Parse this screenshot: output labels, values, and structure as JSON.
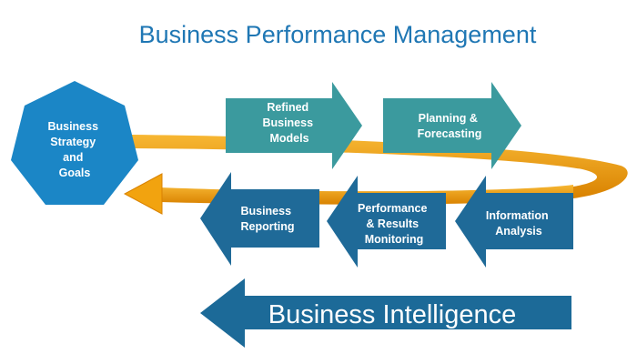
{
  "title": "Business Performance Management",
  "nodes": {
    "strategy": {
      "lines": [
        "Business",
        "Strategy",
        "and",
        "Goals"
      ],
      "color": "#1b86c6"
    },
    "refined": {
      "lines": [
        "Refined",
        "Business",
        "Models"
      ],
      "color": "#3b9a9e"
    },
    "planning": {
      "lines": [
        "Planning &",
        "Forecasting"
      ],
      "color": "#3b9a9e"
    },
    "information": {
      "lines": [
        "Information",
        "Analysis"
      ],
      "color": "#1f6a98"
    },
    "performance": {
      "lines": [
        "Performance",
        "& Results",
        "Monitoring"
      ],
      "color": "#1f6a98"
    },
    "reporting": {
      "lines": [
        "Business",
        "Reporting"
      ],
      "color": "#1f6a98"
    }
  },
  "banner": {
    "label": "Business Intelligence",
    "color": "#1c6a98"
  },
  "loop_color": "#f2a30f"
}
